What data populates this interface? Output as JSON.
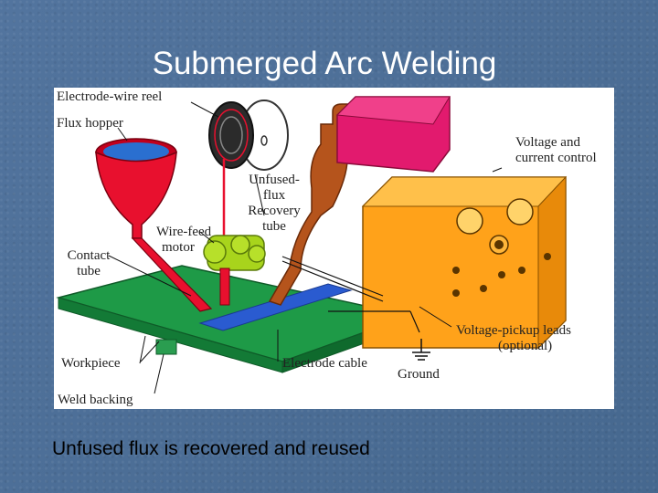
{
  "slide": {
    "title": "Submerged Arc Welding",
    "caption": "Unfused flux is recovered and reused"
  },
  "diagram": {
    "labels": {
      "electrode_wire_reel": "Electrode-wire  reel",
      "flux_hopper": "Flux   hopper",
      "unfused_flux_recovery_tube": [
        "Unfused-",
        "flux",
        "Recovery",
        "tube"
      ],
      "voltage_current_control": [
        "Voltage   and",
        "current   control"
      ],
      "wire_feed_motor": [
        "Wire-feed",
        "motor"
      ],
      "contact_tube": [
        "Contact",
        "tube"
      ],
      "voltage_pickup_leads": [
        "Voltage-pickup   leads",
        "(optional)"
      ],
      "workpiece": "Workpiece",
      "electrode_cable": "Electrode   cable",
      "ground": "Ground",
      "weld_backing": "Weld   backing"
    },
    "colors": {
      "hopper": "#e8102e",
      "recovery_tube": "#b5541c",
      "control_box": "#ffa21a",
      "control_top": "#e21a6e",
      "workpiece": "#1e9a47",
      "motor": "#a8d41c",
      "weld": "#2a5bd0"
    }
  }
}
